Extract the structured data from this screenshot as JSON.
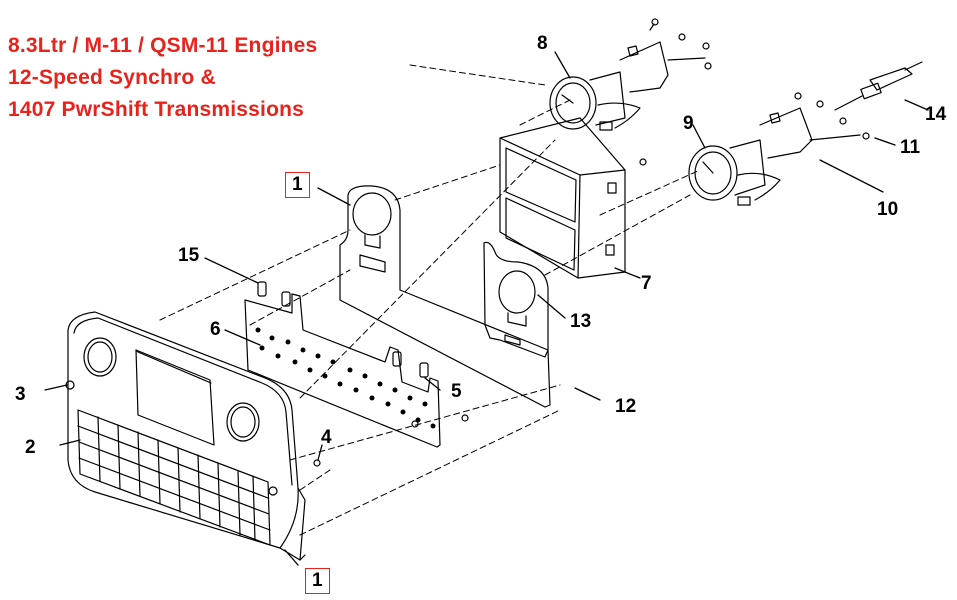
{
  "title": {
    "lines": [
      "8.3Ltr / M-11 / QSM-11 Engines",
      "12-Speed Synchro &",
      "1407 PwrShift Transmissions"
    ],
    "color": "#e8231c"
  },
  "callouts": {
    "c1_top": "1",
    "c1_bottom": "1",
    "c2": "2",
    "c3": "3",
    "c4": "4",
    "c5": "5",
    "c6": "6",
    "c7": "7",
    "c8": "8",
    "c9": "9",
    "c10": "10",
    "c11": "11",
    "c12": "12",
    "c13": "13",
    "c14": "14",
    "c15": "15"
  },
  "colors": {
    "ink": "#000000",
    "box_border": "#e8231c"
  }
}
